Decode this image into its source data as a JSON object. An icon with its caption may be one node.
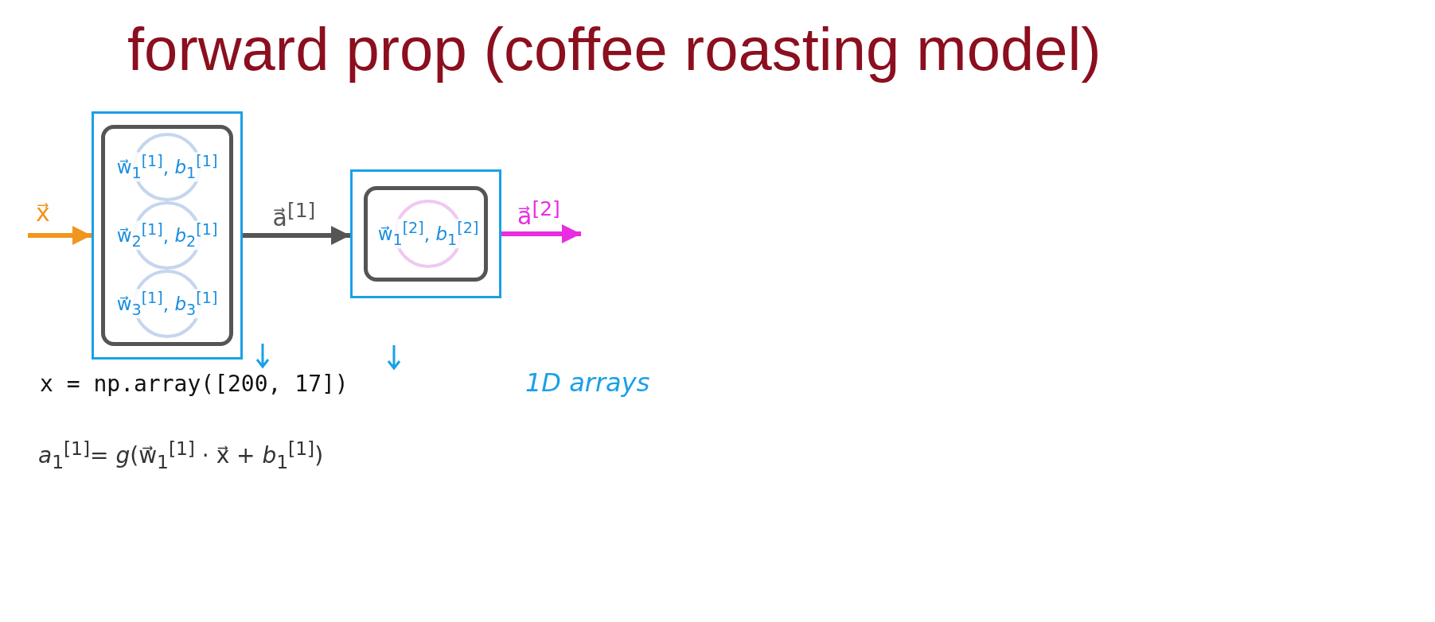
{
  "diagram": {
    "title": "forward prop (coffee roasting model)",
    "nodes": [
      {
        "text": [],
        "shape": "box"
      },
      {
        "text": [],
        "shape": "box",
        "in": 0
      },
      {
        "text": [
          "w⃗$_{1}$$^{[1]}$, *b*$_{1}$$^{[1]}$"
        ],
        "in": 1
      },
      {
        "text": [
          "w⃗$_{2}$$^{[1]}$, *b*$_{2}$$^{[1]}$"
        ],
        "in": 1
      },
      {
        "text": [
          "w⃗$_{3}$$^{[1]}$, *b*$_{3}$$^{[1]}$"
        ],
        "in": 1
      },
      {
        "text": [],
        "shape": "box"
      },
      {
        "text": [],
        "shape": "box",
        "in": 5
      },
      {
        "text": [
          "w⃗$_{1}$$^{[2]}$, *b*$_{1}$$^{[2]}$"
        ],
        "in": 6
      }
    ],
    "edges": [
      {
        "from": null,
        "to": 0,
        "arrow": "to",
        "label": "x⃗",
        "color": "#f0961e"
      },
      {
        "from": 0,
        "to": 5,
        "arrow": "to",
        "label": "a⃗$^{[1]}$",
        "color": "#555555"
      },
      {
        "from": 5,
        "to": null,
        "arrow": "to",
        "label": "a⃗$^{[2]}$",
        "color": "#e82ee0"
      }
    ],
    "labels": [
      "x = np.array([200, 17])",
      "1D arrays",
      "*a*$_{1}$$^{[1]}$= *g*(w⃗$_{1}$$^{[1]}$ · x⃗ + *b*$_{1}$$^{[1]}$)"
    ]
  }
}
